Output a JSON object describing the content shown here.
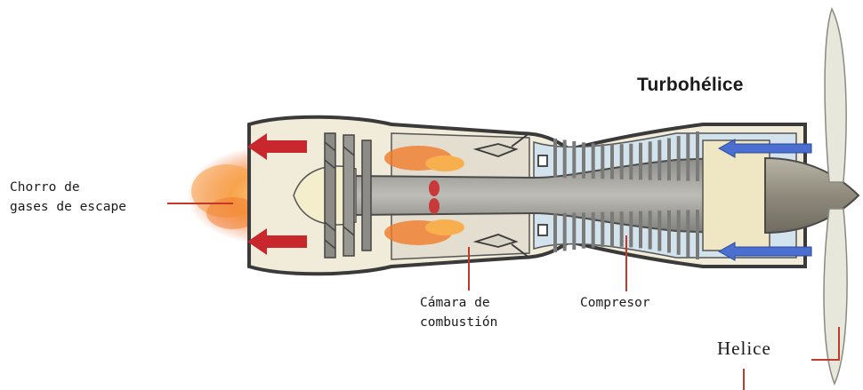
{
  "diagram": {
    "title": "Turbohélice",
    "labels": {
      "exhaust_line1": "Chorro de",
      "exhaust_line2": "gases de escape",
      "combustion_line1": "Cámara de",
      "combustion_line2": "combustión",
      "compressor": "Compresor",
      "propeller": "Helice"
    },
    "colors": {
      "casing": "#3a3a3a",
      "airflow_arrow": "#4a6fd0",
      "exhaust_arrow": "#c8282d",
      "flame": "#f07a2a",
      "compressor_fill": "#d2e3ee",
      "blade": "#7a7a78",
      "propeller": "#e8e7dc",
      "label_leader": "#c0392b"
    },
    "icons": [
      "exhaust-arrow-icon",
      "intake-arrow-icon",
      "propeller-icon"
    ]
  }
}
